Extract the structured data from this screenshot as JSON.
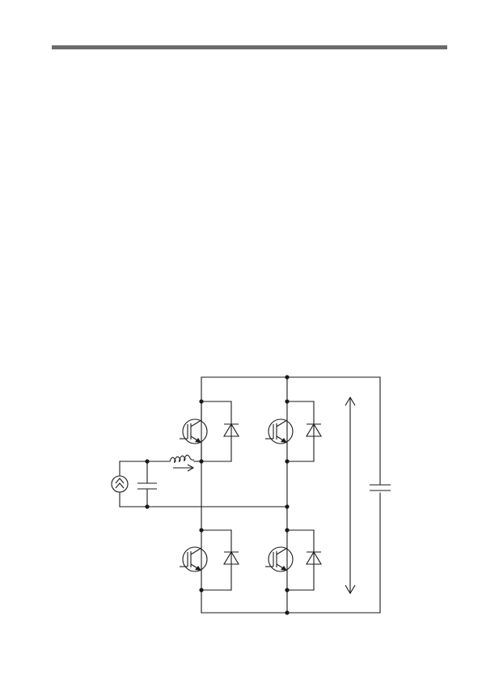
{
  "page": {
    "rule_color": "#6b6b6b",
    "line_color": "#1a1a1a"
  },
  "diagram": {
    "kind": "circuit-schematic",
    "components": [
      {
        "type": "ac-voltage-source"
      },
      {
        "type": "capacitor",
        "role": "input-filter"
      },
      {
        "type": "inductor",
        "role": "input-boost",
        "current_arrow": true
      },
      {
        "type": "igbt",
        "position": "upper-left"
      },
      {
        "type": "diode",
        "position": "upper-left"
      },
      {
        "type": "igbt",
        "position": "upper-right"
      },
      {
        "type": "diode",
        "position": "upper-right"
      },
      {
        "type": "igbt",
        "position": "lower-left"
      },
      {
        "type": "diode",
        "position": "lower-left"
      },
      {
        "type": "igbt",
        "position": "lower-right"
      },
      {
        "type": "diode",
        "position": "lower-right"
      },
      {
        "type": "capacitor",
        "role": "dc-link"
      },
      {
        "type": "voltage-arrow",
        "role": "dc-link-voltage",
        "direction": "bidirectional"
      }
    ]
  }
}
